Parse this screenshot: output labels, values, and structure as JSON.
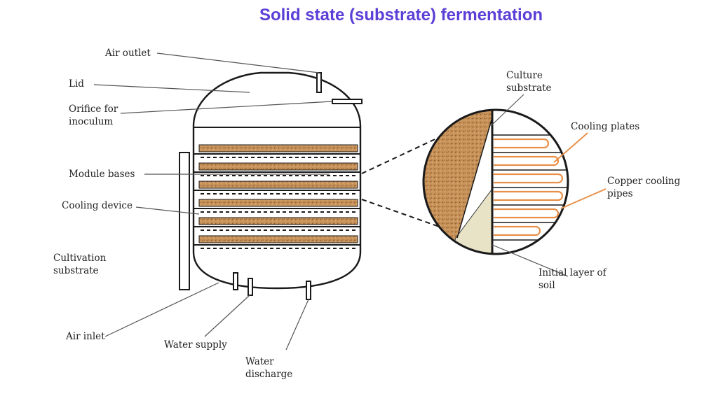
{
  "title": "Solid state (substrate) fermentation",
  "labels": {
    "air_outlet": "Air outlet",
    "lid": "Lid",
    "orifice_line1": "Orifice for",
    "orifice_line2": "inoculum",
    "module_bases": "Module bases",
    "cooling_device": "Cooling device",
    "cultivation_line1": "Cultivation",
    "cultivation_line2": "substrate",
    "air_inlet": "Air inlet",
    "water_supply": "Water supply",
    "water_discharge_line1": "Water",
    "water_discharge_line2": "discharge",
    "culture_substrate_line1": "Culture",
    "culture_substrate_line2": "substrate",
    "cooling_plates": "Cooling plates",
    "copper_pipes_line1": "Copper cooling",
    "copper_pipes_line2": "pipes",
    "initial_soil_line1": "Initial layer of",
    "initial_soil_line2": "soil"
  },
  "colors": {
    "title": "#5b3fd6",
    "substrate": "#c8935a",
    "soil": "#e8e2c6",
    "copper_pipe": "#e8904a"
  }
}
